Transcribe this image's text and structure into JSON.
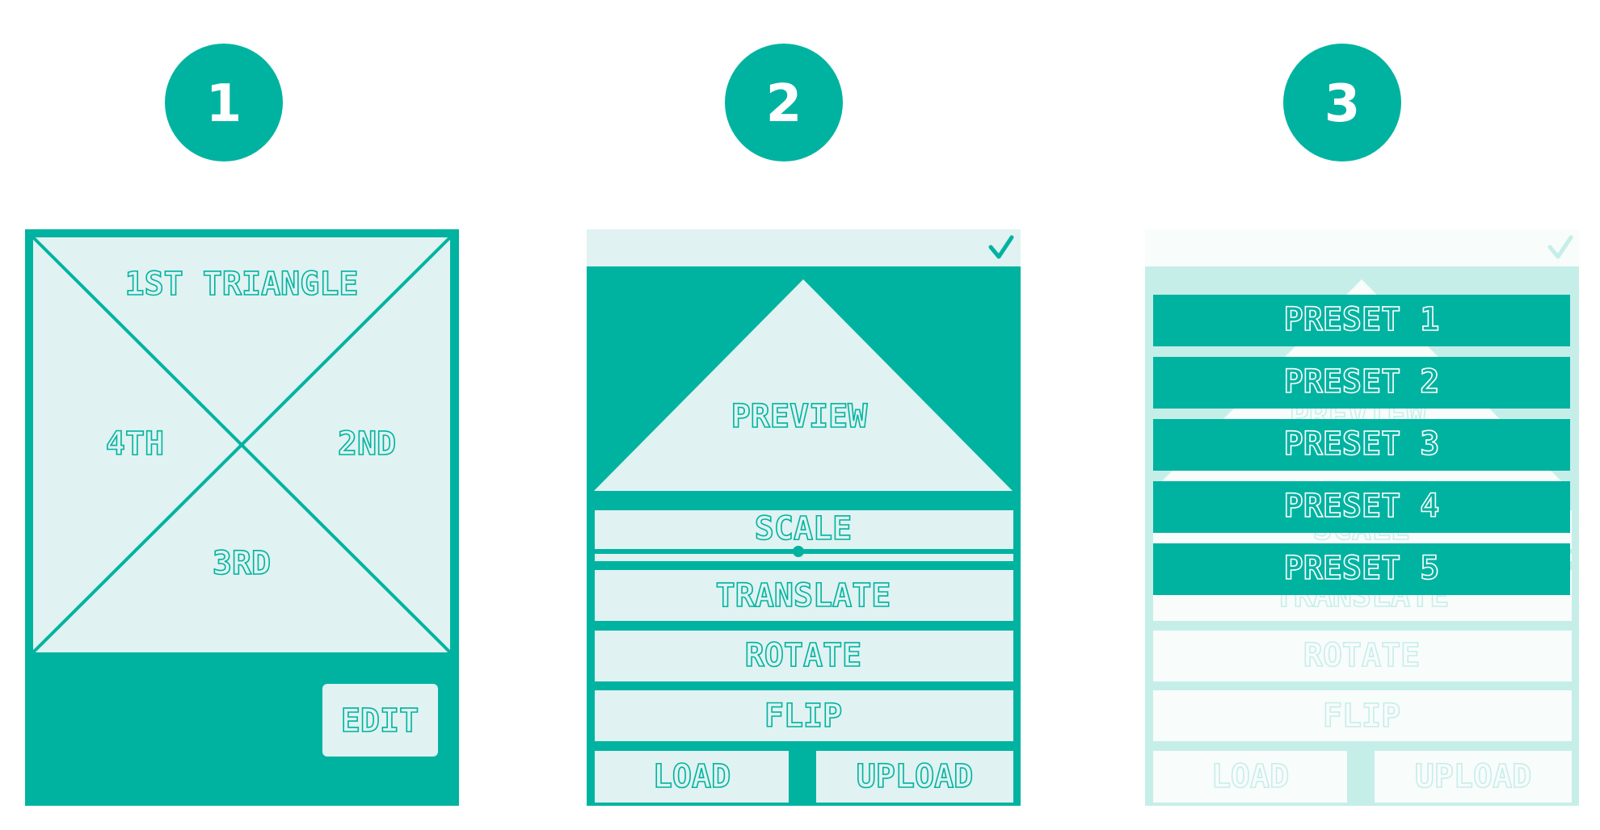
{
  "colors": {
    "accent": "#00b3a0",
    "light": "#e0f2f1",
    "white": "#ffffff"
  },
  "steps": [
    "1",
    "2",
    "3"
  ],
  "panel1": {
    "top": "1ST TRIANGLE",
    "right": "2ND",
    "bottom": "3RD",
    "left": "4TH",
    "edit": "EDIT"
  },
  "panel2": {
    "confirm_icon": "checkmark-icon",
    "preview": "PREVIEW",
    "scale": "SCALE",
    "translate": "TRANSLATE",
    "rotate": "ROTATE",
    "flip": "FLIP",
    "load": "LOAD",
    "upload": "UPLOAD"
  },
  "panel3": {
    "presets": [
      "PRESET 1",
      "PRESET 2",
      "PRESET 3",
      "PRESET 4",
      "PRESET 5"
    ],
    "background": {
      "preview": "PREVIEW",
      "scale": "SCALE",
      "translate": "TRANSLATE",
      "rotate": "ROTATE",
      "flip": "FLIP",
      "load": "LOAD",
      "upload": "UPLOAD"
    }
  }
}
